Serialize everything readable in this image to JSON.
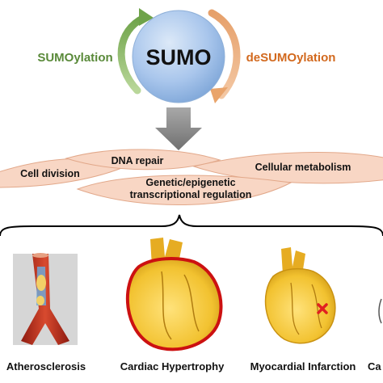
{
  "center": {
    "label": "SUMO"
  },
  "left_process": {
    "label": "SUMOylation",
    "color": "#5a8a3a"
  },
  "right_process": {
    "label": "deSUMOylation",
    "color": "#d2691e"
  },
  "functions": {
    "cell_division": "Cell division",
    "dna_repair": "DNA repair",
    "cellular_metabolism": "Cellular metabolism",
    "transcription_line1": "Genetic/epigenetic",
    "transcription_line2": "transcriptional regulation"
  },
  "diseases": {
    "atherosclerosis": "Atherosclerosis",
    "cardiac_hypertrophy": "Cardiac Hypertrophy",
    "myocardial_infarction": "Myocardial Infarction",
    "cut_off": "Ca"
  },
  "colors": {
    "sumo_circle": "#a9c6ec",
    "down_arrow": "#8c8c8c",
    "function_shapes": "#f8d6c4",
    "heart": "#f2c230",
    "hypertrophy_outline": "#cc1111",
    "infarct_mark": "#e02020"
  }
}
